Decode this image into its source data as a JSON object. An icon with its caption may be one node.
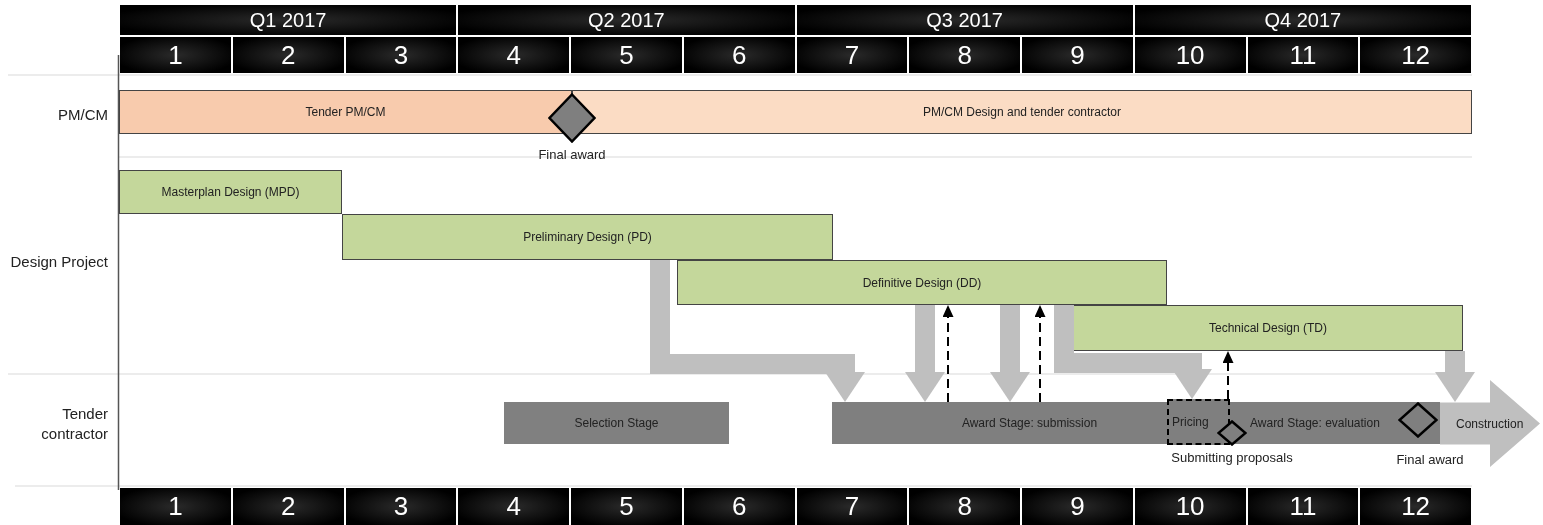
{
  "diagram": {
    "nodes": [
      {
        "text": [
          "Tender PM/CM"
        ]
      },
      {
        "text": [
          "PM/CM Design and tender contractor"
        ]
      },
      {
        "text": [],
        "shape": "diamond",
        "beside": [
          "Final award"
        ]
      },
      {
        "text": [
          "Masterplan Design (MPD)"
        ]
      },
      {
        "text": [
          "Preliminary Design (PD)"
        ]
      },
      {
        "text": [
          "Definitive Design (DD)"
        ]
      },
      {
        "text": [
          "Technical Design (TD)"
        ]
      },
      {
        "text": [
          "Selection Stage"
        ]
      },
      {
        "text": [
          "Award Stage: submission"
        ]
      },
      {
        "text": [
          "Award Stage: evaluation"
        ]
      },
      {
        "text": [
          "Pricing"
        ]
      },
      {
        "text": [],
        "shape": "diamond",
        "beside": [
          "Submitting proposals"
        ]
      },
      {
        "text": [],
        "shape": "diamond",
        "in": 9
      },
      {
        "text": [
          "Construction"
        ]
      }
    ],
    "edges": [
      {
        "from": 4,
        "to": 8,
        "arrow": "to"
      },
      {
        "from": 5,
        "to": 8,
        "arrow": "to"
      },
      {
        "from": 5,
        "to": 8,
        "arrow": "to"
      },
      {
        "from": 5,
        "to": 10,
        "arrow": "to"
      },
      {
        "from": 6,
        "to": 13,
        "arrow": "to"
      },
      {
        "from": 8,
        "to": 5,
        "arrow": "to",
        "style": "dashed",
        "color": "#000000"
      },
      {
        "from": 8,
        "to": 5,
        "arrow": "to",
        "style": "dashed",
        "color": "#000000"
      },
      {
        "from": 10,
        "to": 6,
        "arrow": "to",
        "style": "dashed",
        "color": "#000000"
      }
    ],
    "labels": [
      "Q1 2017",
      "Q2 2017",
      "Q3 2017",
      "Q4 2017",
      "1",
      "2",
      "3",
      "4",
      "5",
      "6",
      "7",
      "8",
      "9",
      "10",
      "11",
      "12",
      "PM/CM",
      "Design Project",
      "Tender contractor",
      "Final award",
      "1",
      "2",
      "3",
      "4",
      "5",
      "6",
      "7",
      "8",
      "9",
      "10",
      "11",
      "12"
    ]
  }
}
